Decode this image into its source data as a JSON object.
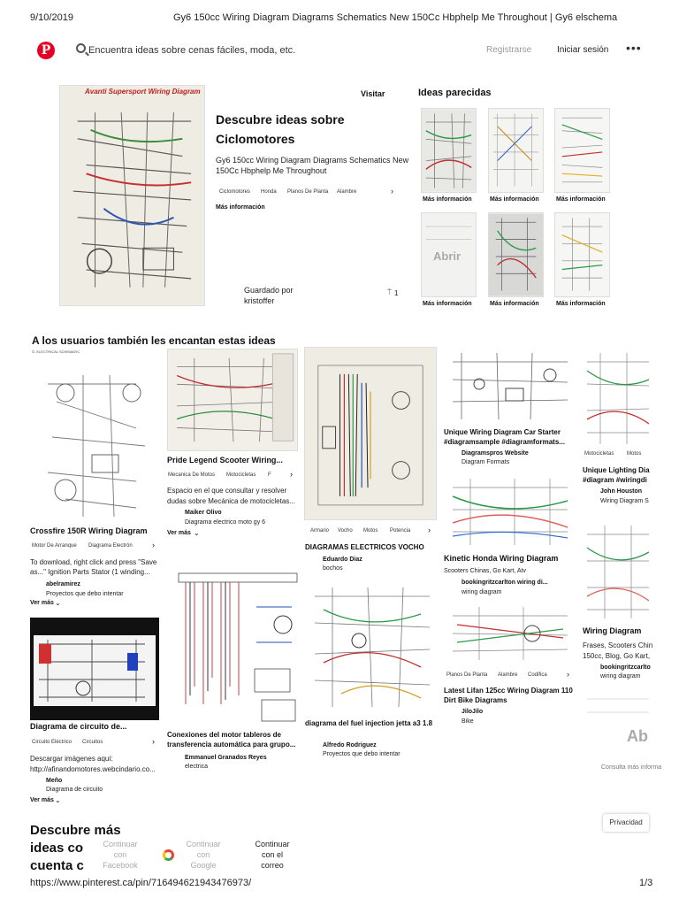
{
  "print": {
    "date": "9/10/2019",
    "title": "Gy6 150cc Wiring Diagram Diagrams Schematics New 150Cc Hbphelp Me Throughout | Gy6 elschema",
    "url": "https://www.pinterest.ca/pin/716494621943476973/",
    "page": "1/3"
  },
  "topbar": {
    "logo": "P",
    "search_placeholder": "Encuentra ideas sobre cenas fáciles, moda, etc.",
    "register": "Registrarse",
    "login": "Iniciar sesión",
    "more": "•••"
  },
  "pin": {
    "image_caption": "Avanti Supersport Wiring Diagram",
    "visit": "Visitar",
    "heading_line1": "Descubre ideas sobre",
    "heading_line2": "Ciclomotores",
    "desc_line1": "Gy6 150cc Wiring Diagram Diagrams Schematics New",
    "desc_line2": "150Cc Hbphelp Me Throughout",
    "tags": [
      "Ciclomotores",
      "Honda",
      "Planos De Planta",
      "Alambre"
    ],
    "tags_more": "›",
    "more_info": "Más información",
    "saved_by_line1": "Guardado por",
    "saved_by_line2": "kristoffer",
    "save_count": "1"
  },
  "similar": {
    "title": "Ideas parecidas",
    "more_info": [
      "Más información",
      "Más información",
      "Más información",
      "Más información",
      "Más información",
      "Más información"
    ],
    "open": "Abrir"
  },
  "also": {
    "title": "A los usuarios también les encantan estas ideas"
  },
  "col1": {
    "card1_title": "Crossfire 150R Wiring Diagram",
    "card1_tags": [
      "Motor De Arranque",
      "Diagrama Electrón"
    ],
    "card1_tags_more": "›",
    "card1_desc1": "To download, right click and press \"Save",
    "card1_desc2": "as...\" Ignition Parts Stator (1 winding...",
    "card1_user": "abelramirez",
    "card1_board": "Proyectos que debo intentar",
    "card1_more": "Ver más",
    "card2_title": "Diagrama de circuito de...",
    "card2_tags": [
      "Circuito Eléctrico",
      "Circuitos"
    ],
    "card2_tags_more": "›",
    "card2_desc1": "Descargar imágenes aquí:",
    "card2_desc2": "http://afinandomotores.webcindario.co...",
    "card2_user": "Meño",
    "card2_board": "Diagrama de circuito",
    "card2_more": "Ver más"
  },
  "col2": {
    "card1_title": "Pride Legend Scooter Wiring...",
    "card1_tags": [
      "Mecanica De Motos",
      "Motocicletas",
      "F"
    ],
    "card1_tags_more": "›",
    "card1_desc1": "Espacio en el que consultar y resolver",
    "card1_desc2": "dudas sobre Mecánica de motocicletas...",
    "card1_user": "Maiker Olivo",
    "card1_board": "Diagrama electrico moto gy 6",
    "card1_more": "Ver más",
    "card2_title1": "Conexiones del motor tableros de",
    "card2_title2": "transferencia automática para grupo...",
    "card2_user": "Emmanuel Granados Reyes",
    "card2_board": "electrica"
  },
  "col3": {
    "card1_tags": [
      "Armario",
      "Vocho",
      "Motos",
      "Potencia"
    ],
    "card1_tags_more": "›",
    "card1_title": "DIAGRAMAS ELECTRICOS VOCHO",
    "card1_user": "Eduardo Diaz",
    "card1_board": "bochos",
    "card2_title": "diagrama del fuel injection jetta a3 1.8",
    "card2_user": "Alfredo Rodriguez",
    "card2_board": "Proyectos que debo intentar"
  },
  "col4": {
    "card1_title1": "Unique Wiring Diagram Car Starter",
    "card1_title2": "#diagramsample #diagramformats...",
    "card1_user": "Diagramspros Website",
    "card1_board": "Diagram Formats",
    "card2_title": "Kinetic Honda Wiring Diagram",
    "card2_desc": "Scooters Chinas, Go Kart, Atv",
    "card2_user": "bookingritzcarlton wiring di...",
    "card2_board": "wiring diagram",
    "card3_tags": [
      "Planos De Planta",
      "Alambre",
      "Codifica"
    ],
    "card3_tags_more": "›",
    "card3_title1": "Latest Lifan 125cc Wiring Diagram 110",
    "card3_title2": "Dirt Bike Diagrams",
    "card3_user": "JiloJilo",
    "card3_board": "Bike"
  },
  "col5": {
    "card1_tags": [
      "Motocicletas",
      "Motos"
    ],
    "card1_title1": "Unique Lighting Dia",
    "card1_title2": "#diagram #wiringdi",
    "card1_user": "John Houston",
    "card1_board": "Wiring Diagram S",
    "card2_title": "Wiring Diagram",
    "card2_desc1": "Frases, Scooters Chin",
    "card2_desc2": "150cc, Blog, Go Kart,",
    "card2_user": "bookingritzcarlto",
    "card2_board": "wiring diagram",
    "card3_open": "Ab",
    "card3_more": "Consulta más informa",
    "privacy": "Privacidad"
  },
  "cta": {
    "heading_line1": "Descubre más",
    "heading_line2": "ideas co",
    "heading_line3": "cuenta c",
    "facebook_line1": "Continuar",
    "facebook_line2": "con",
    "facebook_line3": "Facebook",
    "google_line1": "Continuar",
    "google_line2": "con",
    "google_line3": "Google",
    "email_line1": "Continuar",
    "email_line2": "con el",
    "email_line3": "correo"
  },
  "colors": {
    "brand": "#e60023",
    "muted": "#9a9a9a"
  }
}
